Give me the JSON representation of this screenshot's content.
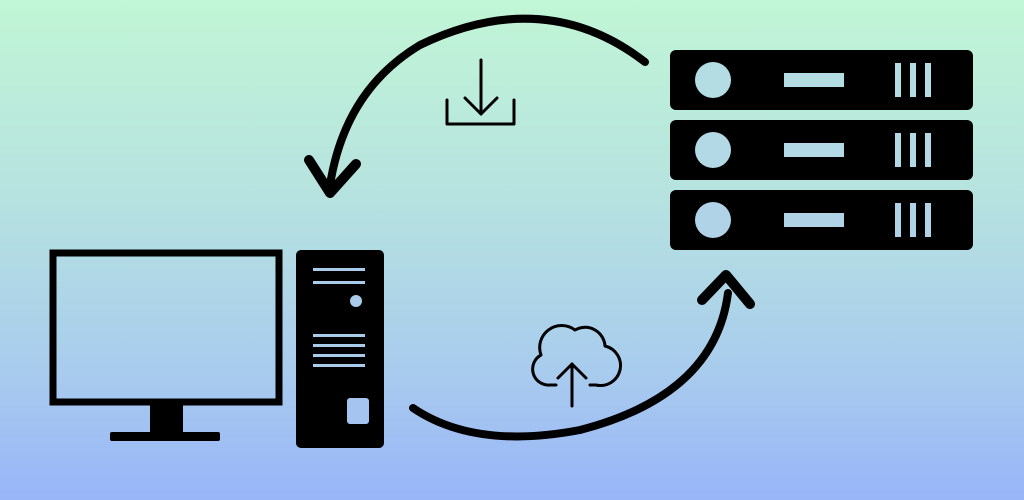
{
  "diagram": {
    "nodes": [
      {
        "id": "server",
        "icon": "server-rack-icon"
      },
      {
        "id": "client",
        "icon": "desktop-computer-icon"
      }
    ],
    "edges": [
      {
        "from": "server",
        "to": "client",
        "icon": "download-icon"
      },
      {
        "from": "client",
        "to": "server",
        "icon": "cloud-upload-icon"
      }
    ]
  },
  "colors": {
    "background_top": "#c1f6d6",
    "background_bottom": "#98b5f8",
    "ink": "#000000",
    "detail": "#b3dde3"
  }
}
